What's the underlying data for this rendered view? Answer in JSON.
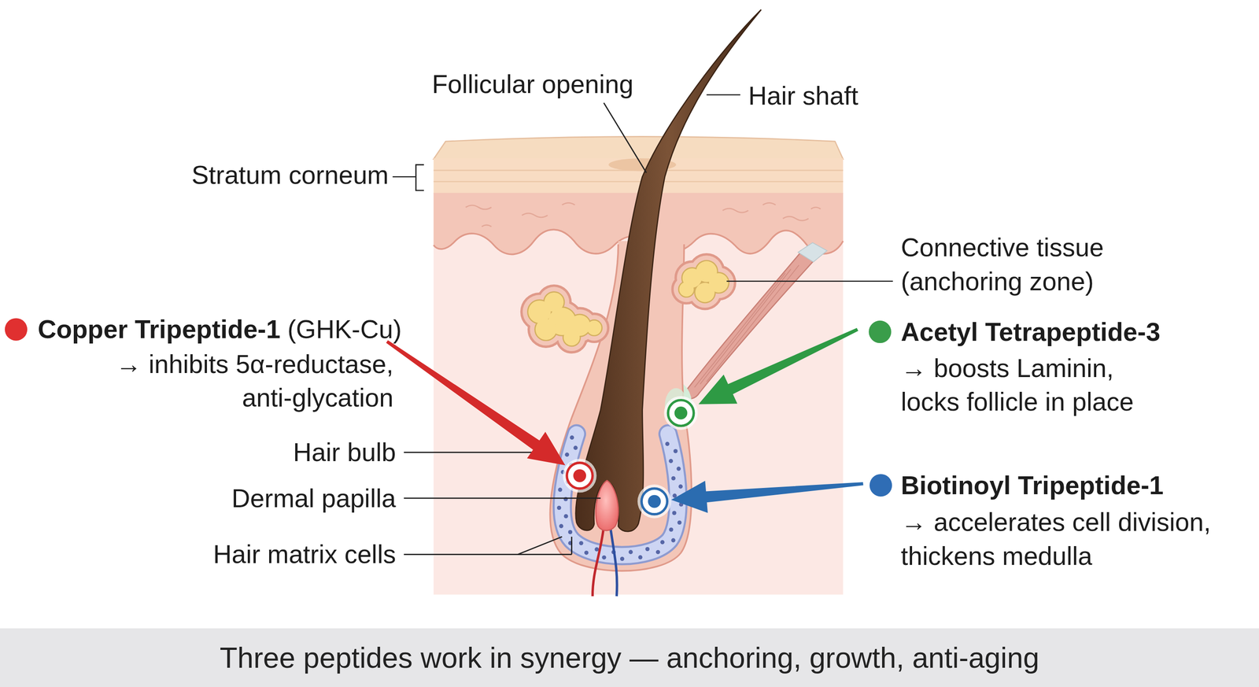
{
  "diagram": {
    "caption": "Three peptides work in synergy — anchoring, growth, anti-aging",
    "labels": [
      "Follicular opening",
      "Hair shaft",
      "Stratum corneum",
      "Connective tissue (anchoring zone)",
      "Copper Tripeptide-1",
      "(GHK-Cu)",
      "→ inhibits 5α-reductase, anti-glycation",
      "Acetyl Tetrapeptide-3",
      "→ boosts Laminin, locks follicle in place",
      "Hair bulb",
      "Dermal papilla",
      "Hair matrix cells",
      "Biotinoyl Tripeptide-1",
      "→ accelerates cell division, thickens medulla"
    ]
  }
}
